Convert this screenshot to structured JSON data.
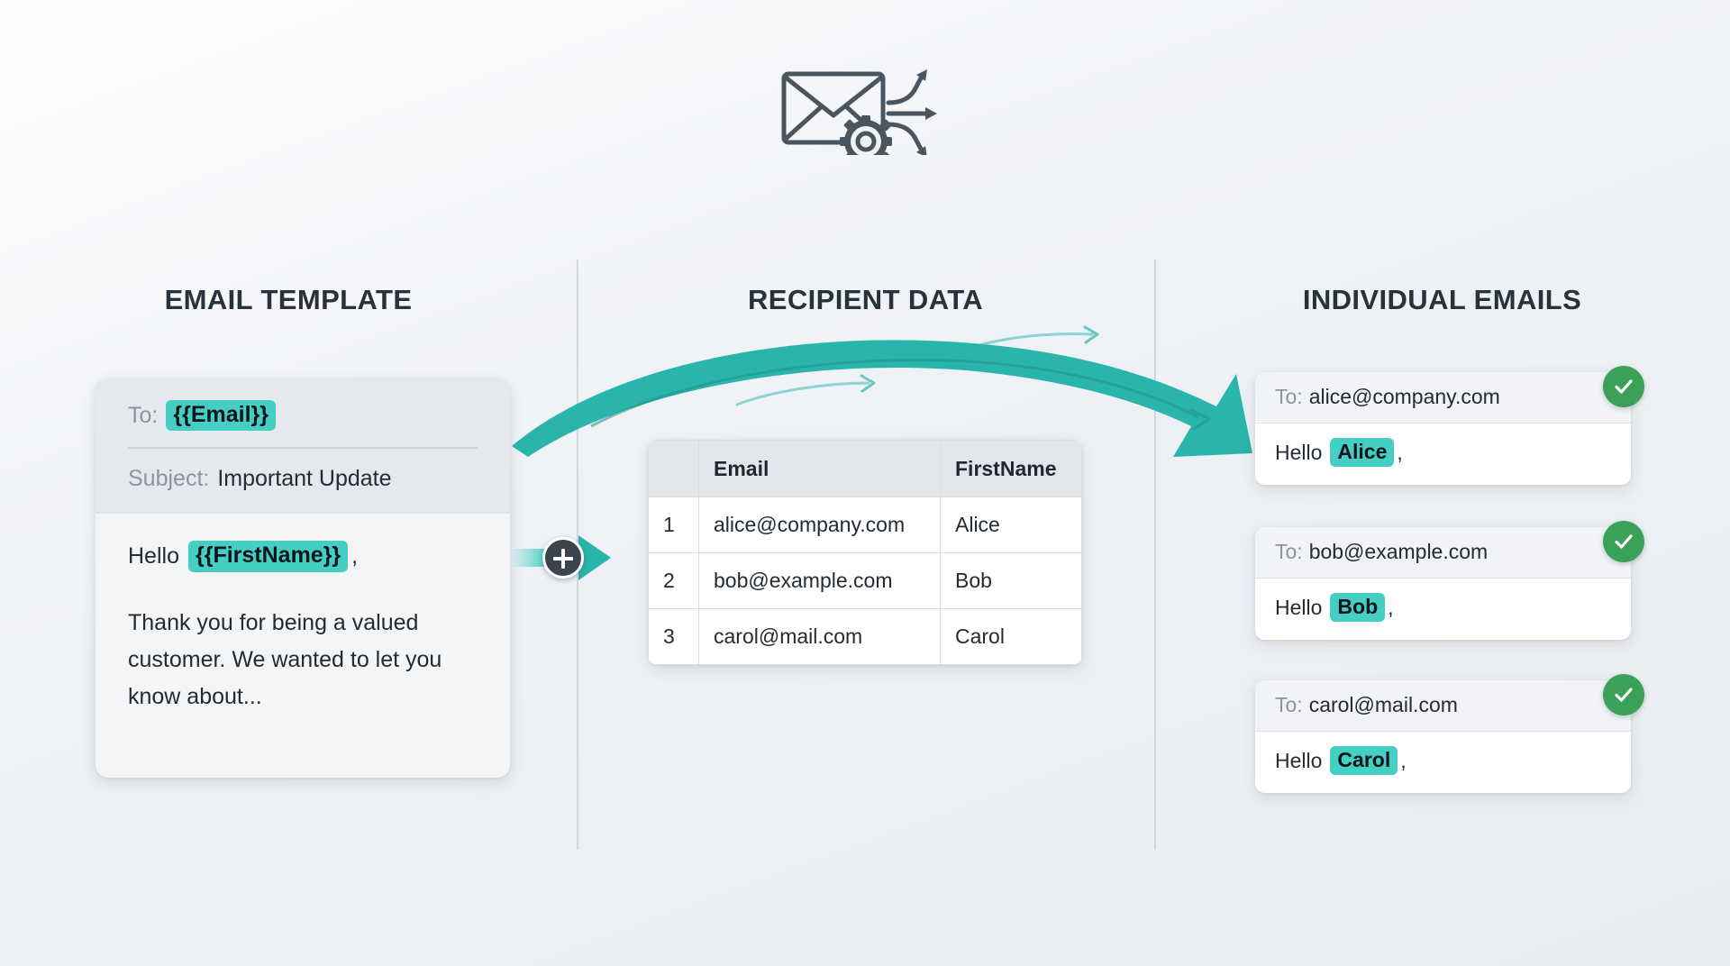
{
  "header": {
    "icon": "envelope-gear-distribute-icon"
  },
  "columns": {
    "template_title": "EMAIL TEMPLATE",
    "data_title": "RECIPIENT DATA",
    "output_title": "INDIVIDUAL EMAILS"
  },
  "template": {
    "to_label": "To:",
    "to_token": "{{Email}}",
    "subject_label": "Subject:",
    "subject_value": "Important Update",
    "greeting_lead": "Hello",
    "greeting_token": "{{FirstName}}",
    "greeting_comma": ",",
    "body_text": "Thank you for being a valued customer. We wanted to let you know about..."
  },
  "merge": {
    "plus_icon": "plus-icon",
    "arrow_icon": "arrow-right-icon"
  },
  "recipients": {
    "columns": [
      "Email",
      "FirstName"
    ],
    "rows": [
      {
        "index": "1",
        "email": "alice@company.com",
        "firstname": "Alice"
      },
      {
        "index": "2",
        "email": "bob@example.com",
        "firstname": "Bob"
      },
      {
        "index": "3",
        "email": "carol@mail.com",
        "firstname": "Carol"
      }
    ]
  },
  "outputs": {
    "to_label": "To:",
    "greeting_lead": "Hello",
    "greeting_comma": ",",
    "emails": [
      {
        "to": "alice@company.com",
        "name": "Alice",
        "status_icon": "check-icon"
      },
      {
        "to": "bob@example.com",
        "name": "Bob",
        "status_icon": "check-icon"
      },
      {
        "to": "carol@mail.com",
        "name": "Carol",
        "status_icon": "check-icon"
      }
    ]
  },
  "colors": {
    "accent_teal": "#2ab5ac",
    "highlight_teal": "#45cfc4",
    "success_green": "#3ba058",
    "ink": "#232b33",
    "muted": "#8d949c",
    "background": "#eef1f5"
  }
}
